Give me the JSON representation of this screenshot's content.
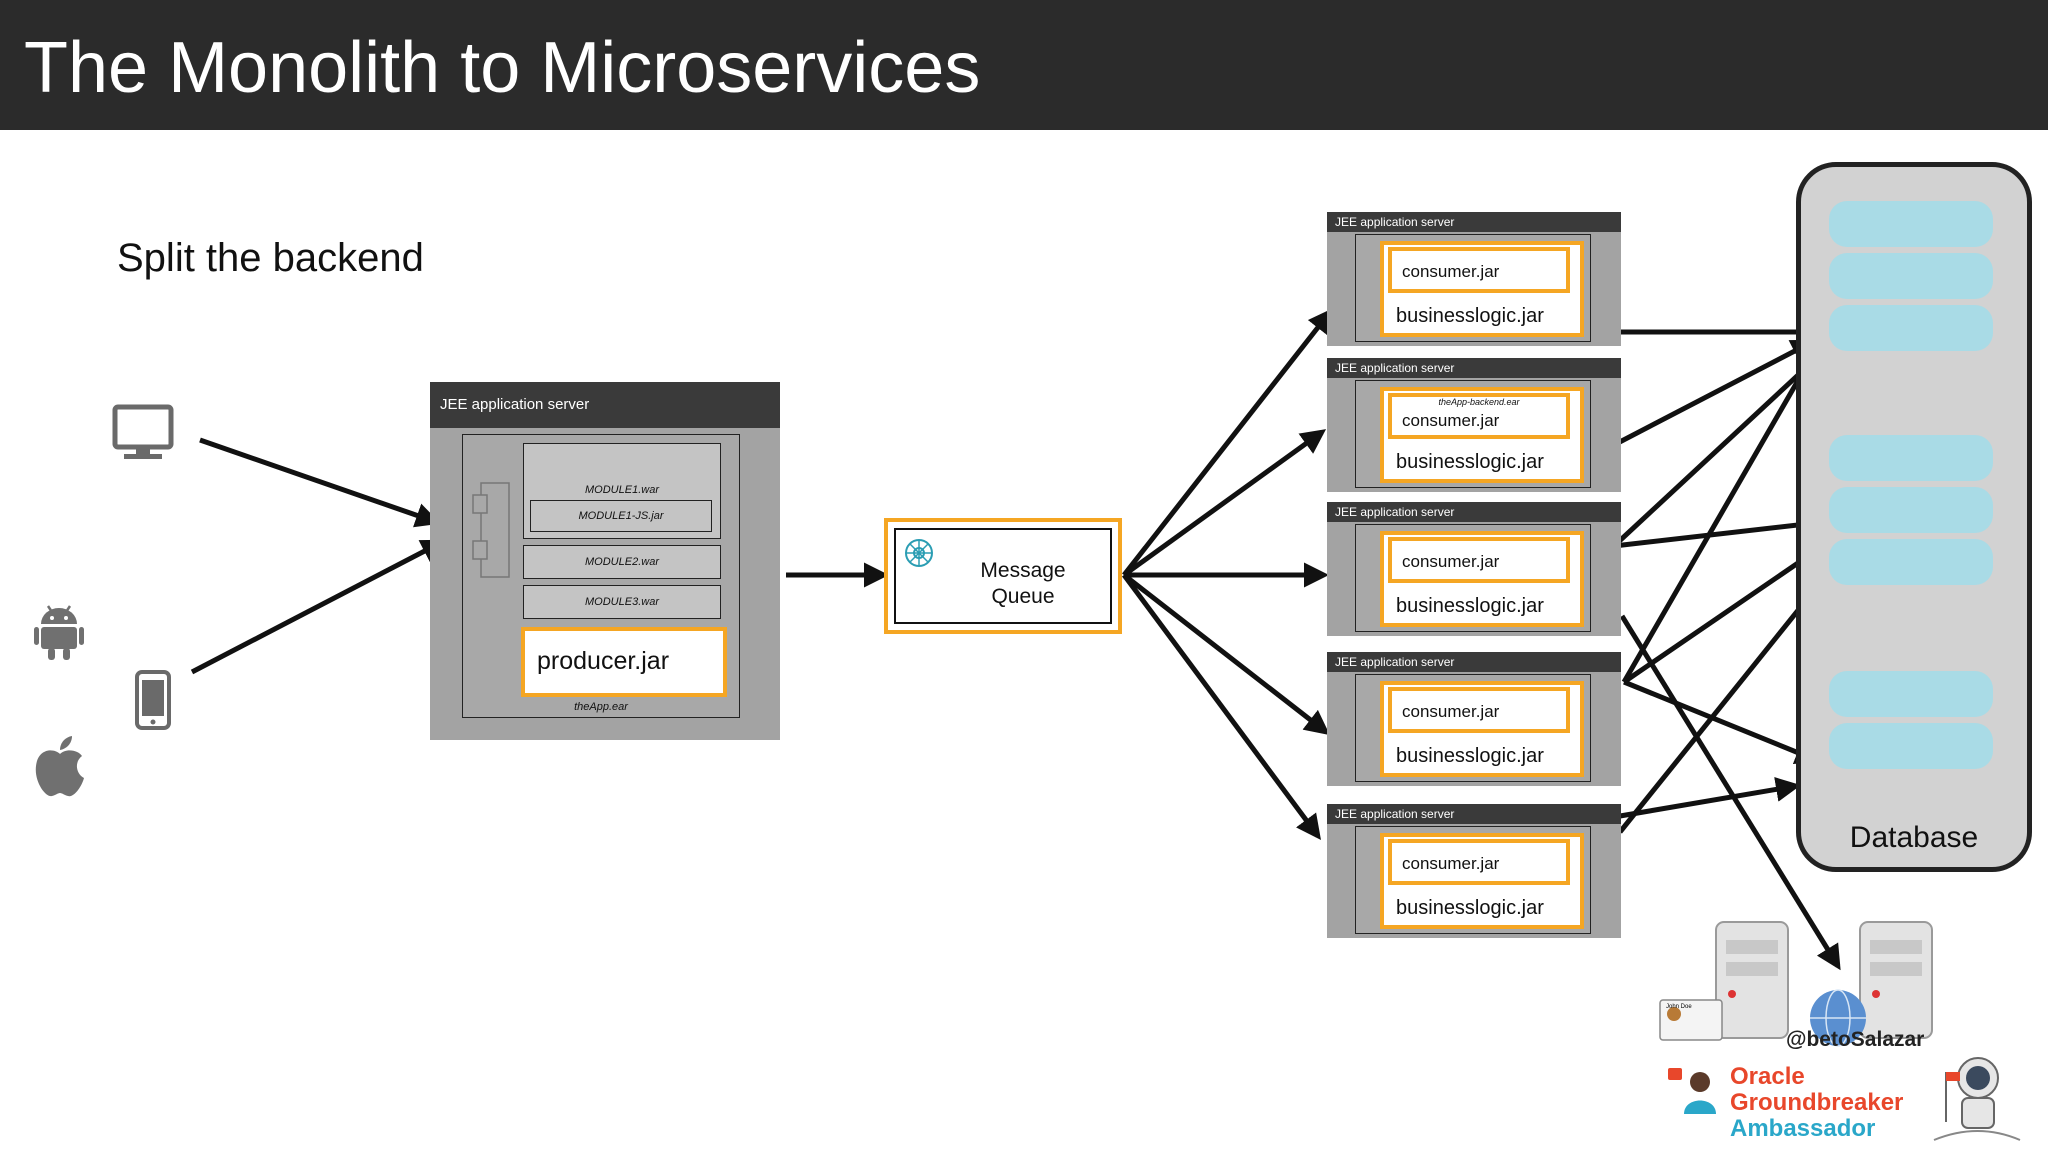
{
  "slide": {
    "title": "The Monolith to Microservices",
    "subtitle": "Split the backend"
  },
  "clients": {
    "icons": [
      "desktop-monitor-icon",
      "android-icon",
      "mobile-phone-icon",
      "apple-icon"
    ]
  },
  "monolith": {
    "server_label": "JEE application server",
    "modules": [
      "MODULE1.war",
      "MODULE1-JS.jar",
      "MODULE2.war",
      "MODULE3.war"
    ],
    "producer": "producer.jar",
    "ear": "theApp.ear"
  },
  "message_queue": {
    "label": "Message\nQueue"
  },
  "services": [
    {
      "server_label": "JEE application server",
      "consumer": "consumer.jar",
      "logic": "businesslogic.jar",
      "ear": ""
    },
    {
      "server_label": "JEE application server",
      "consumer": "consumer.jar",
      "logic": "businesslogic.jar",
      "ear": "theApp-backend.ear"
    },
    {
      "server_label": "JEE application server",
      "consumer": "consumer.jar",
      "logic": "businesslogic.jar",
      "ear": ""
    },
    {
      "server_label": "JEE application server",
      "consumer": "consumer.jar",
      "logic": "businesslogic.jar",
      "ear": ""
    },
    {
      "server_label": "JEE application server",
      "consumer": "consumer.jar",
      "logic": "businesslogic.jar",
      "ear": ""
    }
  ],
  "database": {
    "label": "Database"
  },
  "branding": {
    "handle": "@betoSalazar",
    "line1": "Oracle",
    "line2": "Groundbreaker",
    "line3": "Ambassador",
    "badge_name": "John Doe",
    "colors": {
      "oracle_red": "#e8472b",
      "ambassador_blue": "#2aa7c9",
      "accent_orange": "#f5a623"
    }
  }
}
